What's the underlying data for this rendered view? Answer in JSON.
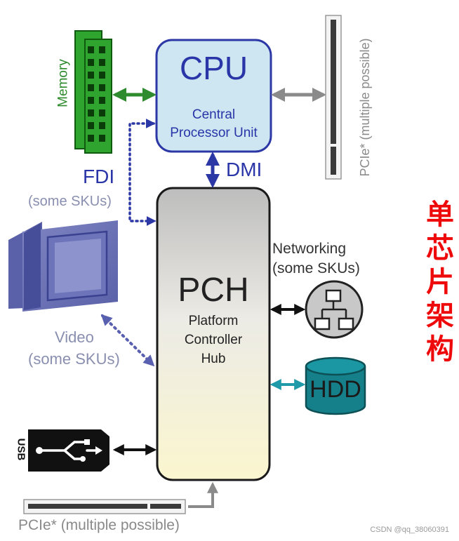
{
  "cpu": {
    "title": "CPU",
    "subtitle_line1": "Central",
    "subtitle_line2": "Processor Unit"
  },
  "pch": {
    "title": "PCH",
    "subtitle_line1": "Platform",
    "subtitle_line2": "Controller",
    "subtitle_line3": "Hub"
  },
  "memory": {
    "label": "Memory"
  },
  "fdi": {
    "label": "FDI",
    "note": "(some SKUs)"
  },
  "dmi": {
    "label": "DMI"
  },
  "pcie_top": {
    "label": "PCIe* (multiple possible)"
  },
  "pcie_bottom": {
    "label": "PCIe* (multiple possible)"
  },
  "networking": {
    "label": "Networking",
    "note": "(some SKUs)"
  },
  "video": {
    "label": "Video",
    "note": "(some SKUs)"
  },
  "hdd": {
    "label": "HDD"
  },
  "usb": {
    "label": "USB"
  },
  "side_title": "单芯片架构",
  "watermark": "CSDN @qq_38060391",
  "colors": {
    "cpu_fill": "#cde6f2",
    "cpu_border": "#2c37a6",
    "pch_border": "#1a1a1a",
    "memory_arrow": "#2e8b2e",
    "dmi_arrow": "#2c37a6",
    "grey_arrow": "#8a8a8a",
    "black_arrow": "#111111",
    "hdd_arrow": "#1e9aa8",
    "hdd_fill": "#16808a",
    "title_red": "#ee0a0a"
  }
}
